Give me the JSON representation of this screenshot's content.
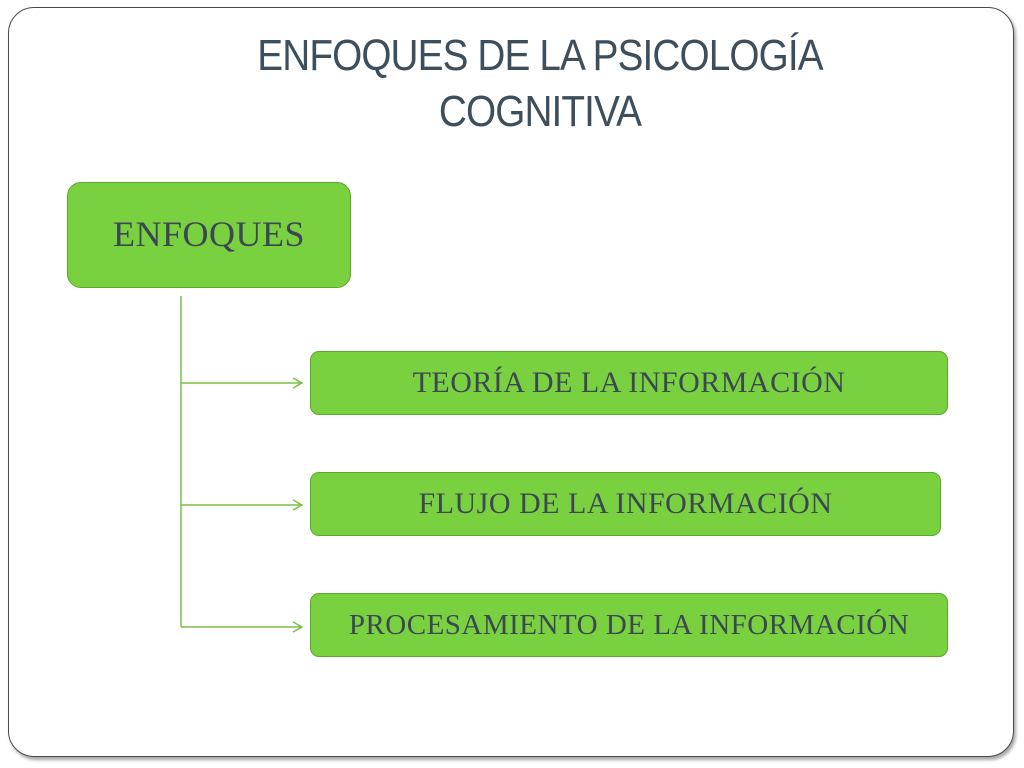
{
  "slide": {
    "title_line1": "ENFOQUES DE LA PSICOLOGÍA",
    "title_line2": "COGNITIVA"
  },
  "diagram": {
    "root": {
      "label": "ENFOQUES"
    },
    "children": [
      {
        "label": "TEORÍA DE LA INFORMACIÓN"
      },
      {
        "label": "FLUJO DE LA INFORMACIÓN"
      },
      {
        "label": "PROCESAMIENTO DE LA INFORMACIÓN"
      }
    ]
  },
  "colors": {
    "box_fill": "#7ad13f",
    "box_border": "#5aa82a",
    "connector": "#7ac143",
    "title_text": "#3d4f5c",
    "box_text": "#3b4854"
  }
}
